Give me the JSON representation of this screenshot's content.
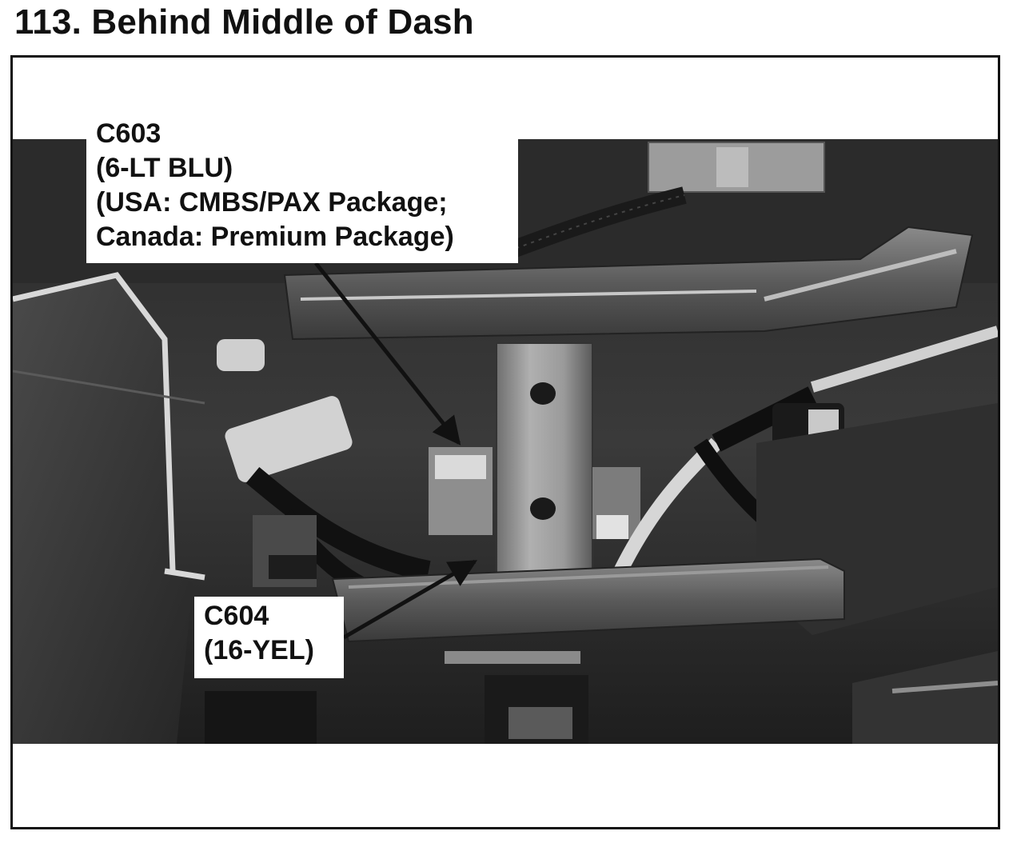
{
  "page": {
    "title": "113. Behind Middle of Dash"
  },
  "figure": {
    "callouts": [
      {
        "id": "c603",
        "lines": [
          "C603",
          "(6-LT BLU)",
          "(USA: CMBS/PAX Package;",
          "Canada: Premium Package)"
        ]
      },
      {
        "id": "c604",
        "lines": [
          "C604",
          "(16-YEL)"
        ]
      }
    ]
  }
}
